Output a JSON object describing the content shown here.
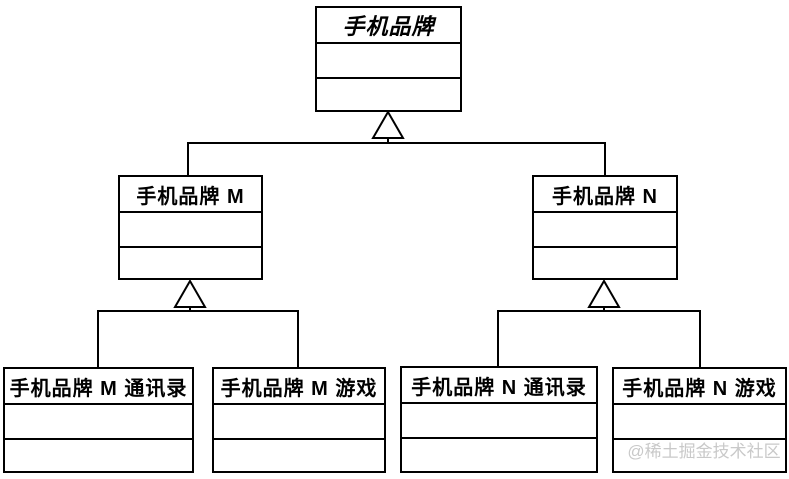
{
  "diagram": {
    "type": "uml-class-diagram",
    "background_color": "#ffffff",
    "line_color": "#000000",
    "classes": [
      {
        "id": "phone-brand",
        "name": "手机品牌",
        "abstract": true,
        "attributes": "",
        "operations": ""
      },
      {
        "id": "phone-brand-m",
        "name": "手机品牌 M",
        "abstract": false,
        "attributes": "",
        "operations": ""
      },
      {
        "id": "phone-brand-n",
        "name": "手机品牌 N",
        "abstract": false,
        "attributes": "",
        "operations": ""
      },
      {
        "id": "phone-brand-m-contacts",
        "name": "手机品牌 M 通讯录",
        "abstract": false,
        "attributes": "",
        "operations": ""
      },
      {
        "id": "phone-brand-m-games",
        "name": "手机品牌 M 游戏",
        "abstract": false,
        "attributes": "",
        "operations": ""
      },
      {
        "id": "phone-brand-n-contacts",
        "name": "手机品牌 N 通讯录",
        "abstract": false,
        "attributes": "",
        "operations": ""
      },
      {
        "id": "phone-brand-n-games",
        "name": "手机品牌 N 游戏",
        "abstract": false,
        "attributes": "",
        "operations": ""
      }
    ],
    "relations": [
      {
        "type": "generalization",
        "child": "phone-brand-m",
        "parent": "phone-brand"
      },
      {
        "type": "generalization",
        "child": "phone-brand-n",
        "parent": "phone-brand"
      },
      {
        "type": "generalization",
        "child": "phone-brand-m-contacts",
        "parent": "phone-brand-m"
      },
      {
        "type": "generalization",
        "child": "phone-brand-m-games",
        "parent": "phone-brand-m"
      },
      {
        "type": "generalization",
        "child": "phone-brand-n-contacts",
        "parent": "phone-brand-n"
      },
      {
        "type": "generalization",
        "child": "phone-brand-n-games",
        "parent": "phone-brand-n"
      }
    ],
    "watermark": {
      "text": "@稀土掘金技术社区",
      "color": "#c9c9c9"
    }
  }
}
